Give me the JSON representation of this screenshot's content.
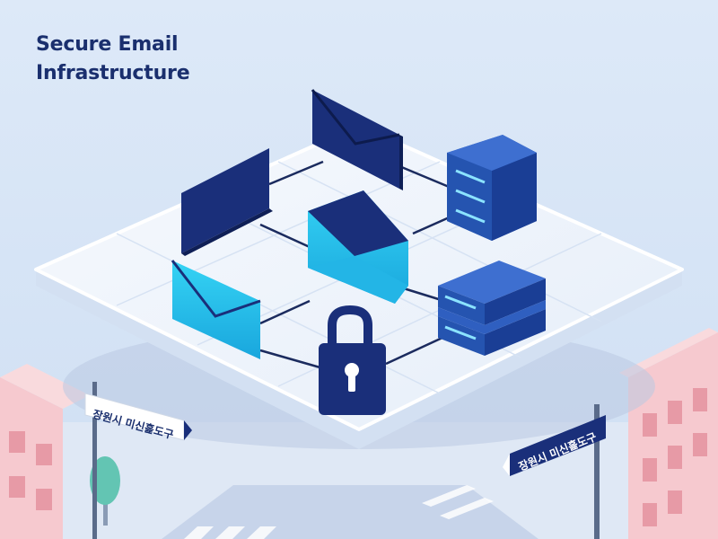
{
  "header": {
    "title_line1": "Secure Email",
    "title_line2": "Infrastructure"
  },
  "street_signs": {
    "left": "장원시 미신흝도구",
    "right": "장원시 미신흝도구"
  },
  "icons": [
    "envelope-icon",
    "document-card-icon",
    "server-icon",
    "padlock-icon",
    "tree-icon"
  ],
  "colors": {
    "background": "#d9e8f7",
    "platform": "#eef4fb",
    "navy": "#1a2f7a",
    "blue": "#2f5fc0",
    "cyan": "#2ec4ea",
    "building_pink": "#f6c9cf",
    "title": "#1a2f6e"
  }
}
